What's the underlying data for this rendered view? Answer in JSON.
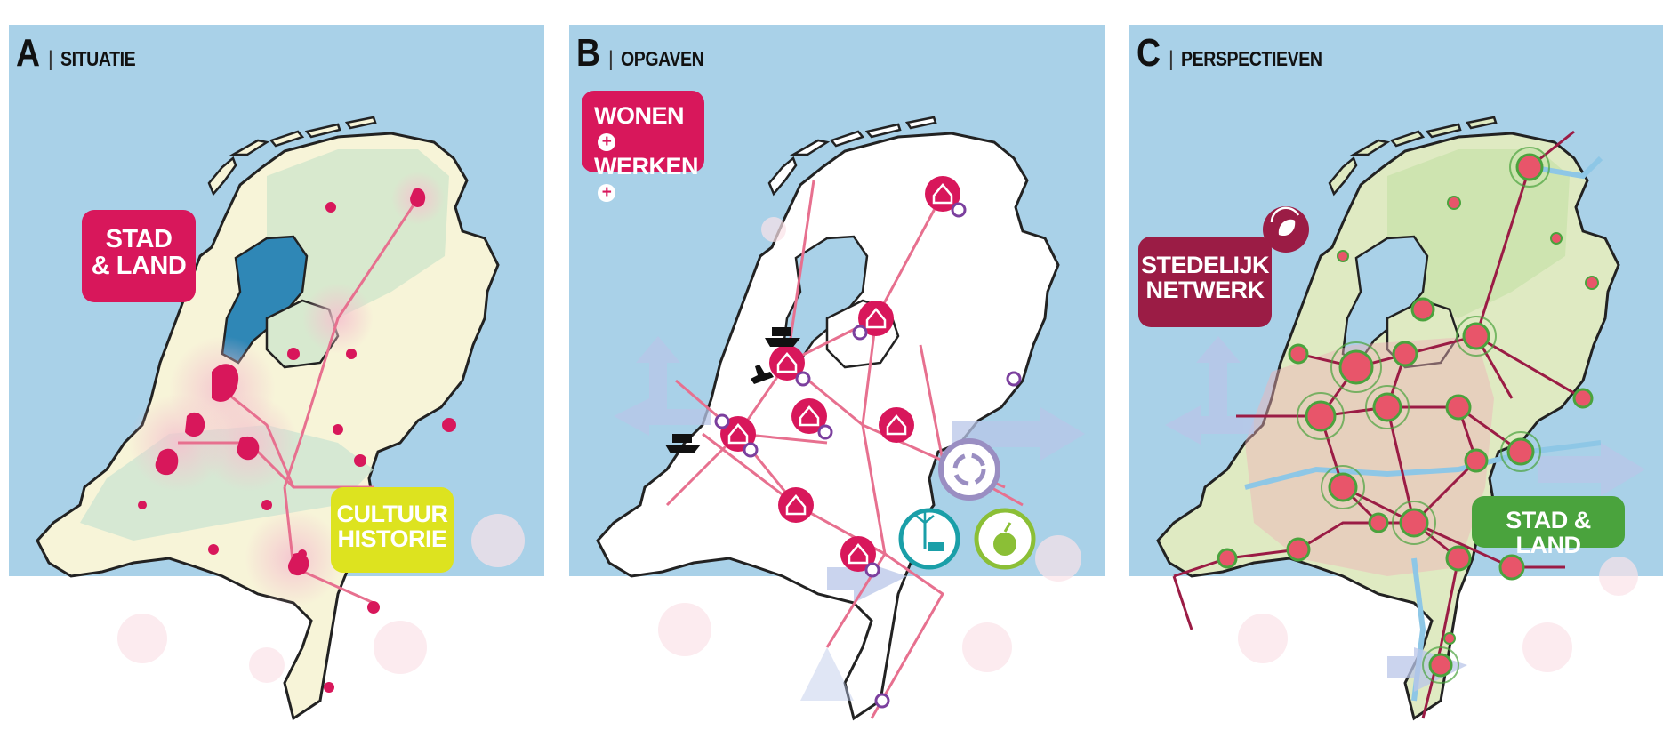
{
  "panels": [
    {
      "letter": "A",
      "title": "SITUATIE"
    },
    {
      "letter": "B",
      "title": "OPGAVEN"
    },
    {
      "letter": "C",
      "title": "PERSPECTIEVEN"
    }
  ],
  "badges": {
    "stad_land_a": {
      "line1": "STAD",
      "line2": "& LAND"
    },
    "cultuur_historie": {
      "line1": "CULTUUR",
      "line2": "HISTORIE"
    },
    "wonen_werken": {
      "line1": "WONEN",
      "line2": "WERKEN"
    },
    "stedelijk_netwerk": {
      "line1": "STEDELIJK",
      "line2": "NETWERK"
    },
    "stad_land_c": "STAD & LAND"
  },
  "colors": {
    "sea": "#a9d1e8",
    "land": "#ffffff",
    "city_pink": "#d8175b",
    "culture_yellow": "#dde31f",
    "network_green": "#4aa33d",
    "network_maroon": "#9b1c45",
    "circular_purple": "#7b3f9e"
  },
  "icons": [
    "house-icon",
    "ship-icon",
    "airplane-icon",
    "recycle-icon",
    "wind-solar-icon",
    "fruit-icon",
    "leaf-recycle-icon"
  ]
}
